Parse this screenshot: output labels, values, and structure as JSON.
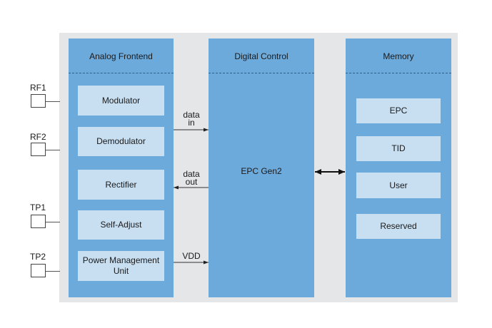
{
  "blocks": {
    "analog": {
      "title": "Analog Frontend",
      "items": [
        "Modulator",
        "Demodulator",
        "Rectifier",
        "Self-Adjust",
        "Power Management Unit"
      ]
    },
    "digital": {
      "title": "Digital Control",
      "center_label": "EPC Gen2"
    },
    "memory": {
      "title": "Memory",
      "items": [
        "EPC",
        "TID",
        "User",
        "Reserved"
      ]
    }
  },
  "pins": [
    "RF1",
    "RF2",
    "TP1",
    "TP2"
  ],
  "signals": {
    "data_in": [
      "data",
      "in"
    ],
    "data_out": [
      "data",
      "out"
    ],
    "vdd": "VDD"
  },
  "colors": {
    "chip_background": "#e4e6e8",
    "block": "#6daadc",
    "sub_block": "#c8dff2"
  }
}
